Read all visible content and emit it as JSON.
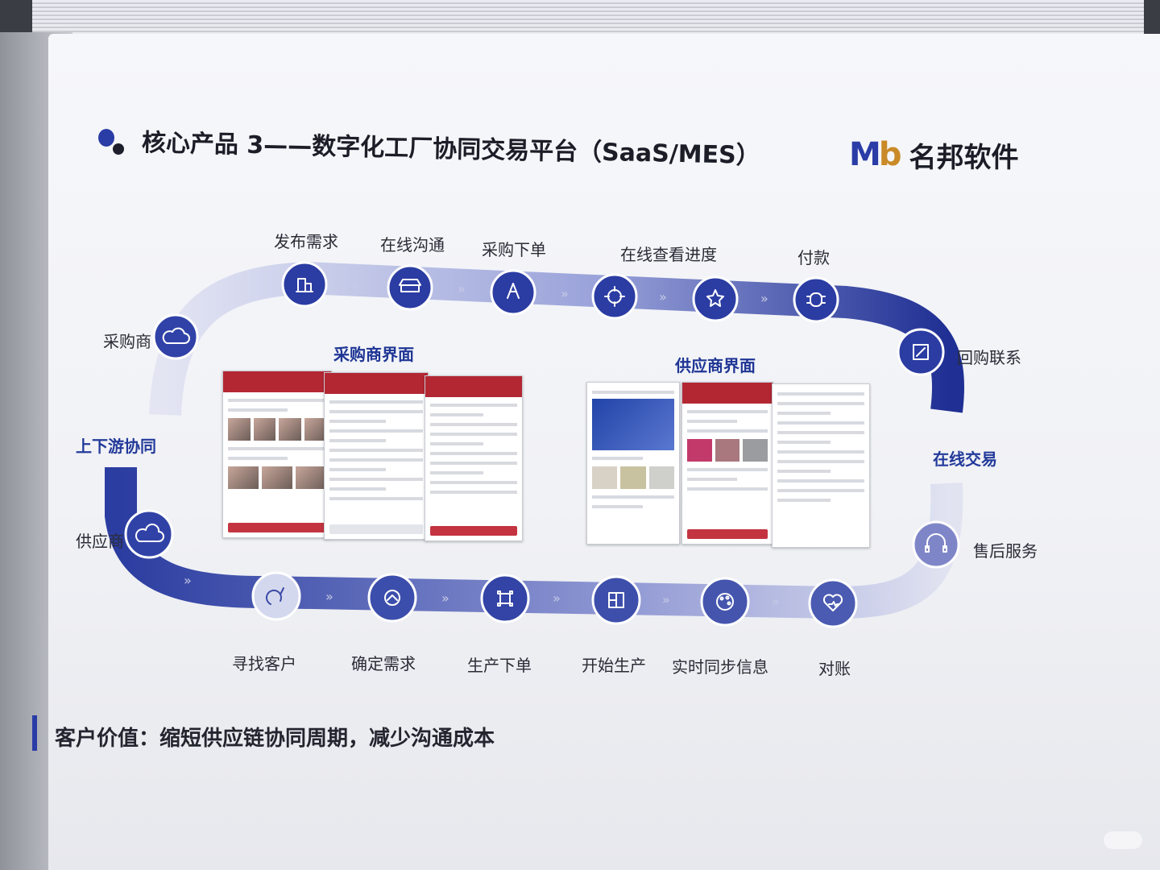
{
  "title": "核心产品 3——数字化工厂协同交易平台（SaaS/MES）",
  "logo": {
    "mark": "M",
    "mark_b": "b",
    "text": "名邦软件"
  },
  "colors": {
    "accent": "#2a3ca6",
    "dark_blue": "#1f2f93",
    "light_lavender": "#d9dcef",
    "red": "#b32733"
  },
  "roles": {
    "buyer": "采购商",
    "supplier": "供应商",
    "collaboration": "上下游协同",
    "online_trade": "在线交易",
    "buyer_ui": "采购商界面",
    "supplier_ui": "供应商界面"
  },
  "top_steps": [
    {
      "label": "发布需求",
      "icon": "document-icon"
    },
    {
      "label": "在线沟通",
      "icon": "store-icon"
    },
    {
      "label": "采购下单",
      "icon": "compass-icon"
    },
    {
      "label": "在线查看进度",
      "icon": "target-icon"
    },
    {
      "label": "付款",
      "icon": "star-icon"
    },
    {
      "label": "",
      "icon": "bug-icon"
    }
  ],
  "right_steps": [
    {
      "label": "回购联系",
      "icon": "edit-icon"
    },
    {
      "label": "售后服务",
      "icon": "headset-icon"
    }
  ],
  "bottom_steps": [
    {
      "label": "寻找客户",
      "icon": "search-icon"
    },
    {
      "label": "确定需求",
      "icon": "refresh-icon"
    },
    {
      "label": "生产下单",
      "icon": "command-icon"
    },
    {
      "label": "开始生产",
      "icon": "layout-icon"
    },
    {
      "label": "实时同步信息",
      "icon": "palette-icon"
    },
    {
      "label": "对账",
      "icon": "heart-icon"
    }
  ],
  "customer_value": "客户价值：缩短供应链协同周期，减少沟通成本"
}
